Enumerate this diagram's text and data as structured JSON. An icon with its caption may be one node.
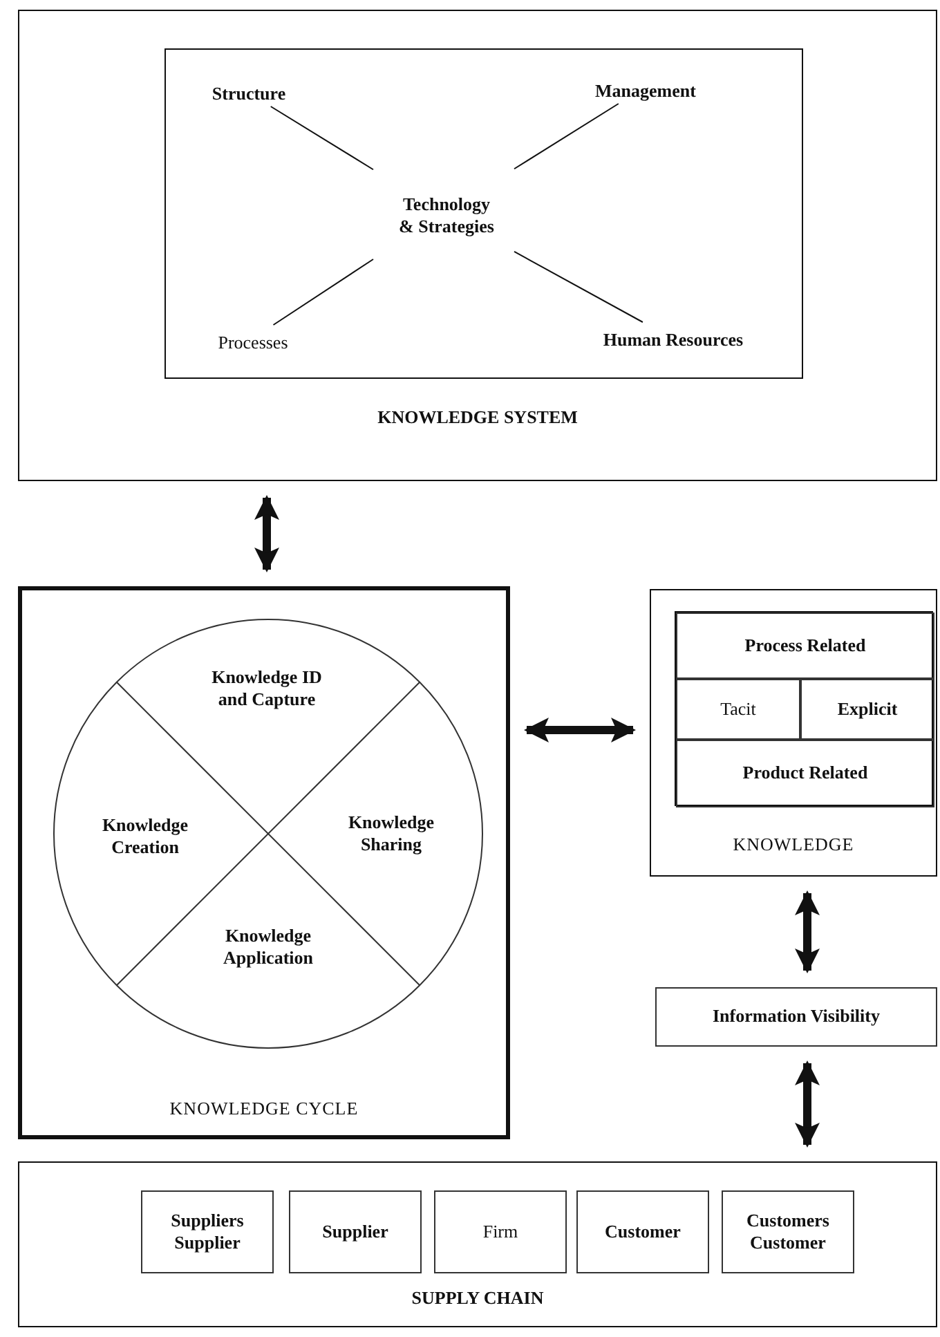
{
  "diagram": {
    "nodes": [
      {
        "text": [
          "KNOWLEDGE SYSTEM"
        ]
      },
      {
        "text": [],
        "shape": "box",
        "in": 0
      },
      {
        "text": [
          "Structure"
        ],
        "in": 1
      },
      {
        "text": [
          "Management"
        ],
        "in": 1
      },
      {
        "text": [
          "Technology & Strategies"
        ],
        "in": 1
      },
      {
        "text": [
          "Processes"
        ],
        "in": 1
      },
      {
        "text": [
          "Human Resources"
        ],
        "in": 1
      },
      {
        "text": [
          "KNOWLEDGE CYCLE"
        ]
      },
      {
        "text": [],
        "shape": "circle",
        "in": 7
      },
      {
        "text": [
          "Knowledge ID and Capture"
        ],
        "in": 8
      },
      {
        "text": [
          "Knowledge Creation"
        ],
        "in": 8
      },
      {
        "text": [
          "Knowledge Sharing"
        ],
        "in": 8
      },
      {
        "text": [
          "Knowledge Application"
        ],
        "in": 8
      },
      {
        "text": [
          "KNOWLEDGE"
        ]
      },
      {
        "text": [],
        "shape": "box",
        "in": 13
      },
      {
        "text": [
          "Process Related"
        ],
        "in": 14
      },
      {
        "text": [
          "Tacit"
        ],
        "in": 14
      },
      {
        "text": [
          "Explicit"
        ],
        "in": 14
      },
      {
        "text": [
          "Product Related"
        ],
        "in": 14
      },
      {
        "text": [
          "Information Visibility"
        ]
      },
      {
        "text": [
          "SUPPLY CHAIN"
        ]
      },
      {
        "text": [
          "Suppliers Supplier"
        ],
        "in": 20
      },
      {
        "text": [
          "Supplier"
        ],
        "in": 20
      },
      {
        "text": [
          "Firm"
        ],
        "in": 20
      },
      {
        "text": [
          "Customer"
        ],
        "in": 20
      },
      {
        "text": [
          "Customers Customer"
        ],
        "in": 20
      }
    ],
    "edges": [
      {
        "from": 2,
        "to": 4,
        "arrow": "none"
      },
      {
        "from": 3,
        "to": 4,
        "arrow": "none"
      },
      {
        "from": 5,
        "to": 4,
        "arrow": "none"
      },
      {
        "from": 6,
        "to": 4,
        "arrow": "none"
      },
      {
        "from": 0,
        "to": 7,
        "arrow": "both",
        "style": "thick"
      },
      {
        "from": 7,
        "to": 13,
        "arrow": "both",
        "style": "thick"
      },
      {
        "from": 13,
        "to": 19,
        "arrow": "both",
        "style": "thick"
      },
      {
        "from": 19,
        "to": 20,
        "arrow": "both",
        "style": "thick"
      }
    ]
  }
}
